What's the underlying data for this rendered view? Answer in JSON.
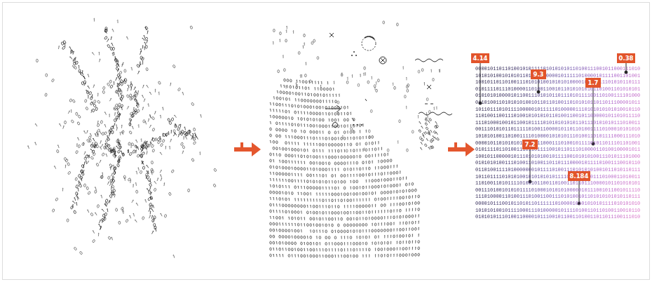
{
  "diagram": {
    "labels": [
      "4.14",
      "9.3",
      "0.38",
      "1.7",
      "7.2",
      "8.184",
      "00001011011010010101111010101010110100111001011000111010",
      "10101010010101011011011100001011111010000101111001101001",
      "10010110110100111010101001010101000010110011101010110111",
      "01011110111010000110100110010110101010101101001101010101",
      "01010101000010110011101010110111010111100110100111101000",
      "01101001101010101001011011010011010101011011011100001011",
      "10110111010111100000101111101000001110101010101010010110",
      "11010011001110100101010101101001100101100000101101011110",
      "11101000100101100101111010101010101101110101010111010011",
      "00111010101101111101001100001011011010011110100010101010",
      "10101010011010011110100001010101110100110101111000111010",
      "00001011010101011001011000111010010111101011011101101001",
      "01011110110100111011011110010110111010000110100100001011",
      "10010110000010111010101001011110010101010011101011101000",
      "01010101001110100110100110110111000010111101001110010110",
      "01101001111010000000101111010011101010101001011010110111",
      "10110111101010100101010101011110001110101110100011010011",
      "11010011010111101001011001101001101101110000101101010101",
      "00111010010101011110100010101010000010111001011001011110",
      "11101000011010011101001100111010100101101010101010110111",
      "00001011100101101011011111101000010101010101111010101010",
      "10101010010111100011101000001011110100110110100110010110",
      "01010101110100110000101110010110011010011011011100111010"
    ]
  }
}
